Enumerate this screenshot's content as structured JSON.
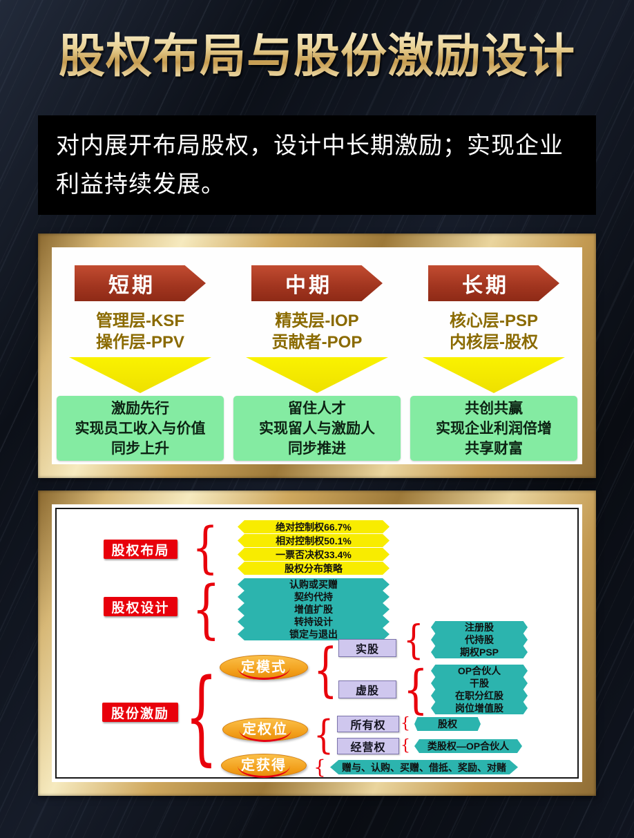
{
  "header": {
    "title": "股权布局与股份激励设计",
    "intro": "对内展开布局股权，设计中长期激励；实现企业利益持续发展。"
  },
  "timeline": {
    "columns": [
      {
        "stage": "短期",
        "groups": [
          "管理层-KSF",
          "操作层-PPV"
        ],
        "outcome": [
          "激励先行",
          "实现员工收入与价值",
          "同步上升"
        ]
      },
      {
        "stage": "中期",
        "groups": [
          "精英层-IOP",
          "贡献者-POP"
        ],
        "outcome": [
          "留住人才",
          "实现留人与激励人",
          "同步推进"
        ]
      },
      {
        "stage": "长期",
        "groups": [
          "核心层-PSP",
          "内核层-股权"
        ],
        "outcome": [
          "共创共赢",
          "实现企业利润倍增",
          "共享财富"
        ]
      }
    ]
  },
  "mindmap": {
    "equity_layout": {
      "label": "股权布局",
      "items": [
        "绝对控制权66.7%",
        "相对控制权50.1%",
        "一票否决权33.4%",
        "股权分布策略"
      ]
    },
    "equity_design": {
      "label": "股权设计",
      "items": [
        "认购或买赠",
        "契约代持",
        "增值扩股",
        "转持设计",
        "锁定与退出"
      ]
    },
    "share_incentive": {
      "label": "股份激励",
      "mode": {
        "node": "定模式",
        "real": {
          "node": "实股",
          "items": [
            "注册股",
            "代持股",
            "期权PSP"
          ]
        },
        "virtual": {
          "node": "虚股",
          "items": [
            "OP合伙人",
            "干股",
            "在职分红股",
            "岗位增值股"
          ]
        }
      },
      "rights": {
        "node": "定权位",
        "ownership": {
          "node": "所有权",
          "items": [
            "股权"
          ]
        },
        "management": {
          "node": "经营权",
          "items": [
            "类股权—OP合伙人"
          ]
        }
      },
      "acquire": {
        "node": "定获得",
        "items": [
          "赠与、认购、买赠、借抵、奖励、对赌"
        ]
      }
    }
  },
  "colors": {
    "background": "#0b0e15",
    "title_gold": "#e2c684",
    "gold_frame": "#d7b877",
    "arrow_red": "#a33620",
    "label_red": "#e8000b",
    "banner_yellow": "#f8ec00",
    "teal": "#2cb4ae",
    "outcome_green": "#84eba2",
    "node_orange": "#f19d18",
    "sub_lavender": "#cfc7ee"
  }
}
